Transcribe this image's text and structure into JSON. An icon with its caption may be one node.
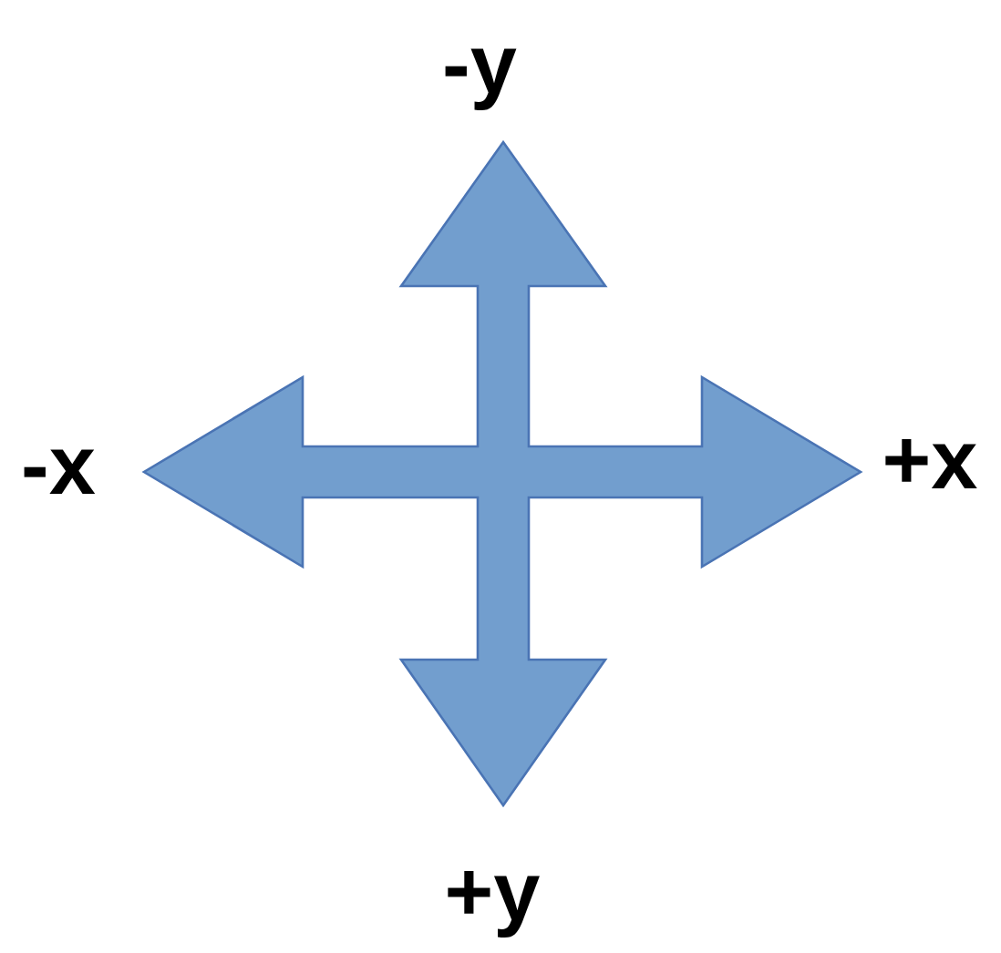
{
  "diagram": {
    "labels": [
      "-y",
      "-x",
      "+x",
      "+y"
    ]
  }
}
